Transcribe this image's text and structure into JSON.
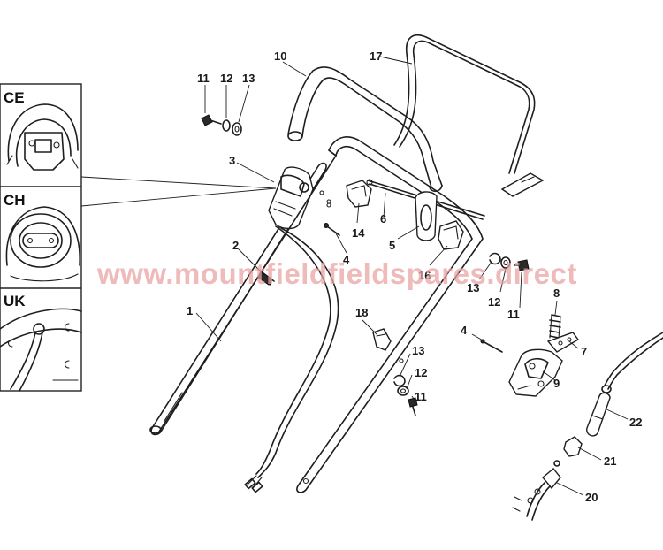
{
  "watermark": "www.mountfieldfieldspares.direct",
  "insets": [
    {
      "label": "CE"
    },
    {
      "label": "CH"
    },
    {
      "label": "UK"
    }
  ],
  "callouts": {
    "c1": "1",
    "c2": "2",
    "c3": "3",
    "c4a": "4",
    "c4b": "4",
    "c5": "5",
    "c6": "6",
    "c7": "7",
    "c8": "8",
    "c9": "9",
    "c10": "10",
    "c11a": "11",
    "c11b": "11",
    "c11c": "11",
    "c12a": "12",
    "c12b": "12",
    "c12c": "12",
    "c13a": "13",
    "c13b": "13",
    "c13c": "13",
    "c14": "14",
    "c16": "16",
    "c17": "17",
    "c18": "18",
    "c20": "20",
    "c21": "21",
    "c22": "22"
  }
}
